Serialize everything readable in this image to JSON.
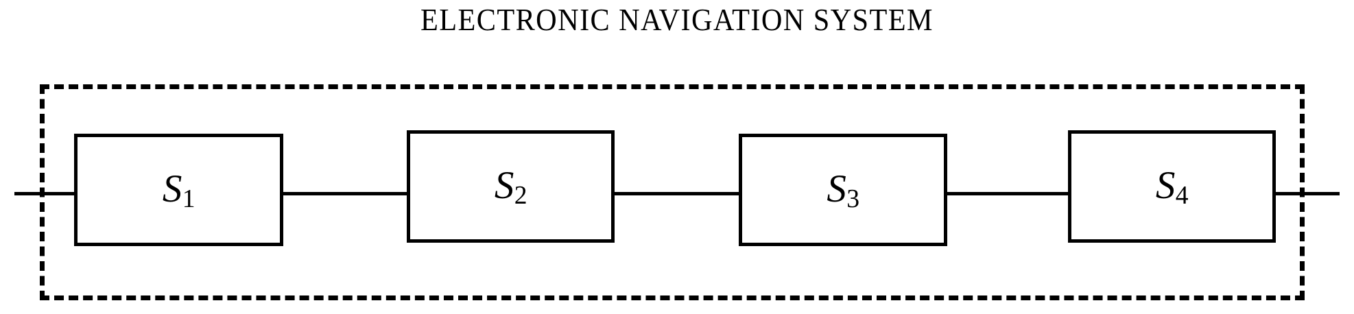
{
  "diagram": {
    "title": "ELECTRONIC NAVIGATION SYSTEM",
    "type": "reliability-block-diagram",
    "configuration": "series",
    "stroke_color": "#000000",
    "background_color": "#ffffff",
    "boundary": {
      "name": "system-boundary",
      "style": "dashed",
      "label": ""
    },
    "blocks": [
      {
        "id": "S1",
        "symbol": "S",
        "subscript": "1",
        "label": "S1"
      },
      {
        "id": "S2",
        "symbol": "S",
        "subscript": "2",
        "label": "S2"
      },
      {
        "id": "S3",
        "symbol": "S",
        "subscript": "3",
        "label": "S3"
      },
      {
        "id": "S4",
        "symbol": "S",
        "subscript": "4",
        "label": "S4"
      }
    ],
    "connections": [
      {
        "name": "input-wire",
        "from": "input",
        "to": "S1"
      },
      {
        "name": "wire-s1-s2",
        "from": "S1",
        "to": "S2"
      },
      {
        "name": "wire-s2-s3",
        "from": "S2",
        "to": "S3"
      },
      {
        "name": "wire-s3-s4",
        "from": "S3",
        "to": "S4"
      },
      {
        "name": "output-wire",
        "from": "S4",
        "to": "output"
      }
    ]
  }
}
